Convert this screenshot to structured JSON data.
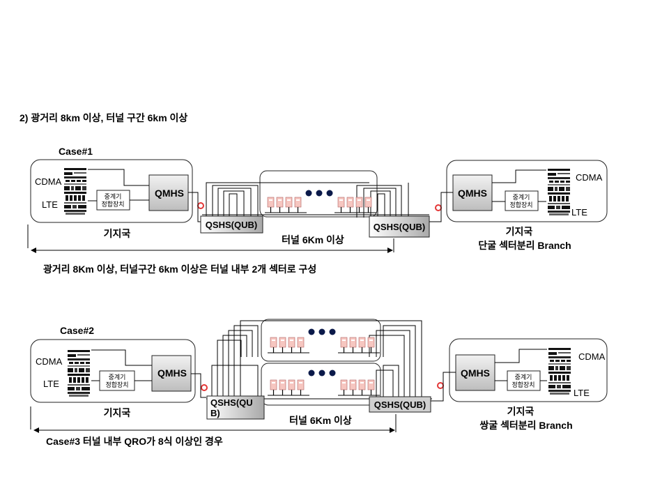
{
  "section_title": "2)  광거리 8km 이상, 터널 구간 6km 이상",
  "colors": {
    "line": "#000000",
    "box_border": "#333333",
    "accent": "#e33636",
    "highlight": "#f4b7b7",
    "box_fill": "#dcdcdc"
  },
  "case1": {
    "label": "Case#1",
    "left_station": {
      "cdma": "CDMA",
      "lte": "LTE",
      "repeater_line1": "중계기",
      "repeater_line2": "정합장치",
      "hub": "QMHS",
      "name": "기지국"
    },
    "right_station": {
      "cdma": "CDMA",
      "lte": "LTE",
      "repeater_line1": "중계기",
      "repeater_line2": "정합장치",
      "hub": "QMHS",
      "name": "기지국",
      "branch": "단굴 섹터분리 Branch"
    },
    "left_shs": "QSHS(QUB)",
    "right_shs": "QSHS(QUB)",
    "tunnel_label": "터널 6Km 이상",
    "caption": "광거리 8Km 이상, 터널구간 6km 이상은 터널 내부 2개 섹터로 구성"
  },
  "case2": {
    "label": "Case#2",
    "left_station": {
      "cdma": "CDMA",
      "lte": "LTE",
      "repeater_line1": "중계기",
      "repeater_line2": "정합장치",
      "hub": "QMHS",
      "name": "기지국"
    },
    "right_station": {
      "cdma": "CDMA",
      "lte": "LTE",
      "repeater_line1": "중계기",
      "repeater_line2": "정합장치",
      "hub": "QMHS",
      "name": "기지국",
      "branch": "쌍굴 섹터분리 Branch"
    },
    "left_shs_line1": "QSHS(QU",
    "left_shs_line2": "B)",
    "right_shs": "QSHS(QUB)",
    "tunnel_label": "터널 6Km 이상",
    "caption": "Case#3 터널 내부 QRO가 8식 이상인 경우"
  },
  "icons": {
    "equipment_rack": "equipment-rack-icon",
    "connector": "connector-ring-icon",
    "dots": "ellipsis-icon"
  }
}
